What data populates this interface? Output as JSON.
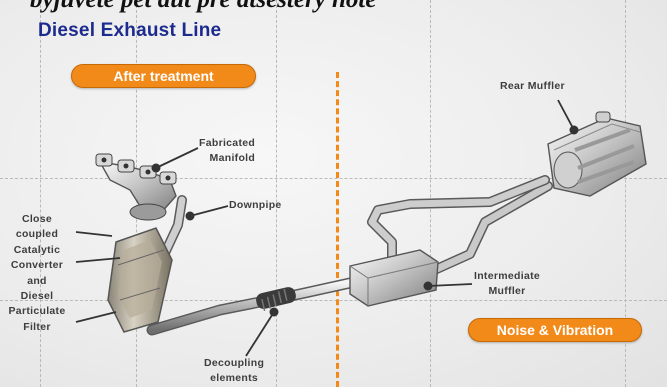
{
  "top_caption": "byjuvete pet aut pre atsestery hote",
  "title": "Diesel Exhaust Line",
  "badges": {
    "after_treatment": "After treatment",
    "noise_vibration": "Noise & Vibration"
  },
  "callouts": {
    "manifold": "Fabricated\nManifold",
    "downpipe": "Downpipe",
    "close_coupled": "Close\ncoupled\nCatalytic\nConverter\nand\nDiesel\nParticulate\nFilter",
    "rear_muffler": "Rear Muffler",
    "intermediate_muffler": "Intermediate\nMuffler",
    "decoupling": "Decoupling\nelements"
  },
  "colors": {
    "title": "#1d2b8f",
    "accent_orange": "#f28a1a",
    "label_gray": "#3e3e3e",
    "grid_dash": "#b9b9b9"
  }
}
